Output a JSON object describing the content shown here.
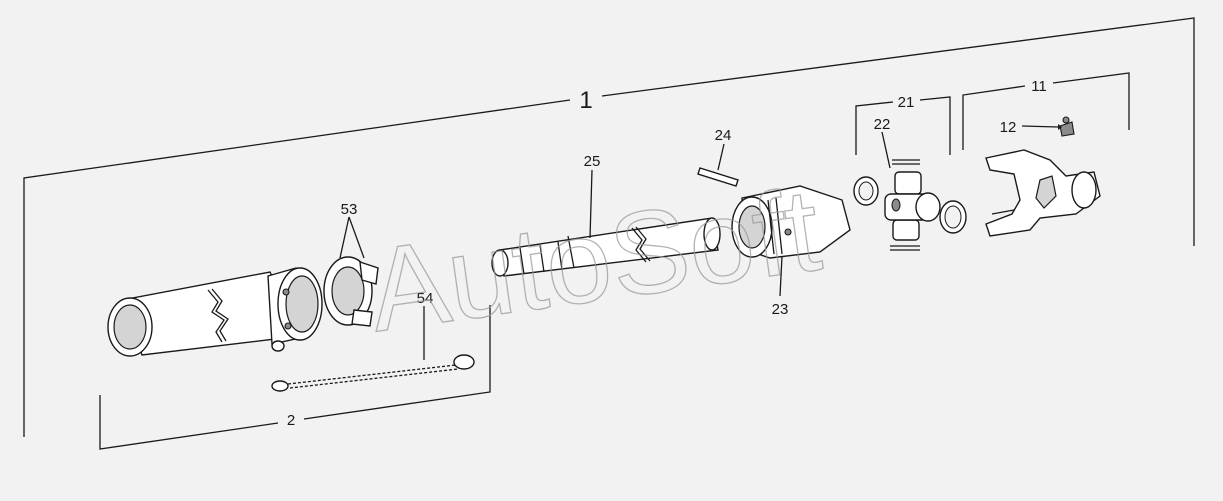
{
  "watermark": "AutoSoft",
  "labels": {
    "assembly": "1",
    "tube_group": "2",
    "yoke_group": "11",
    "grease_nipple": "12",
    "cross_group": "21",
    "circlip": "22",
    "inner_yoke": "23",
    "spring_pin": "24",
    "inner_tube": "25",
    "guard_bearing": "53",
    "chain": "54"
  }
}
